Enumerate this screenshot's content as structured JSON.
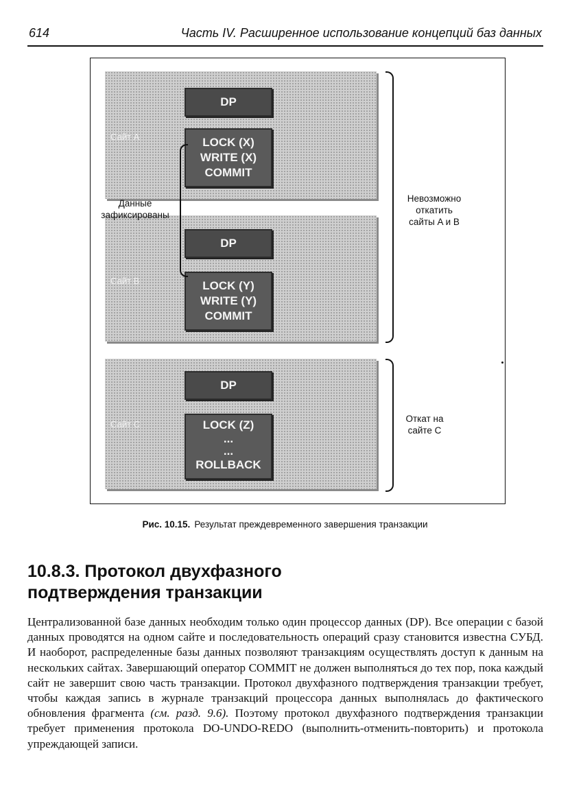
{
  "header": {
    "page_number": "614",
    "running_head": "Часть IV. Расширенное использование концепций баз данных"
  },
  "figure": {
    "sites": [
      {
        "label": "Сайт A",
        "dp": "DP",
        "ops": [
          "LOCK (X)",
          "WRITE (X)",
          "COMMIT"
        ]
      },
      {
        "label": "Сайт B",
        "dp": "DP",
        "ops": [
          "LOCK (Y)",
          "WRITE (Y)",
          "COMMIT"
        ]
      },
      {
        "label": "Сайт C",
        "dp": "DP",
        "ops": [
          "LOCK (Z)",
          "...",
          "...",
          "ROLLBACK"
        ]
      }
    ],
    "left_annotation": [
      "Данные",
      "зафиксированы"
    ],
    "right_annotation_top": [
      "Невозможно",
      "откатить",
      "сайты A и B"
    ],
    "right_annotation_bottom": [
      "Откат на",
      "сайте C"
    ]
  },
  "caption": {
    "label": "Рис. 10.15.",
    "text": "Результат преждевременного завершения транзакции"
  },
  "section": {
    "title_line1": "10.8.3. Протокол двухфазного",
    "title_line2": "подтверждения транзакции"
  },
  "body": {
    "text_before_ref": "Централизованной базе данных необходим только один процессор данных (DP). Все операции с базой данных проводятся на одном сайте и последовательность операций сразу становится известна СУБД. И наоборот, распределенные базы данных позволяют транзакциям осуществлять доступ к данным на нескольких сайтах. Завершающий оператор COMMIT не должен выполняться до тех пор, пока каждый сайт не завершит свою часть транзакции. Протокол двухфазного подтверждения транзакции требует, чтобы каждая запись в журнале транзакций процессора данных выполнялась до фактического обновления фрагмента",
    "ref": "(см. разд. 9.6).",
    "text_after_ref": "Поэтому протокол двухфазного подтверждения транзакции требует применения протокола DO-UNDO-REDO (выполнить-отменить-повторить) и протокола упреждающей записи."
  }
}
